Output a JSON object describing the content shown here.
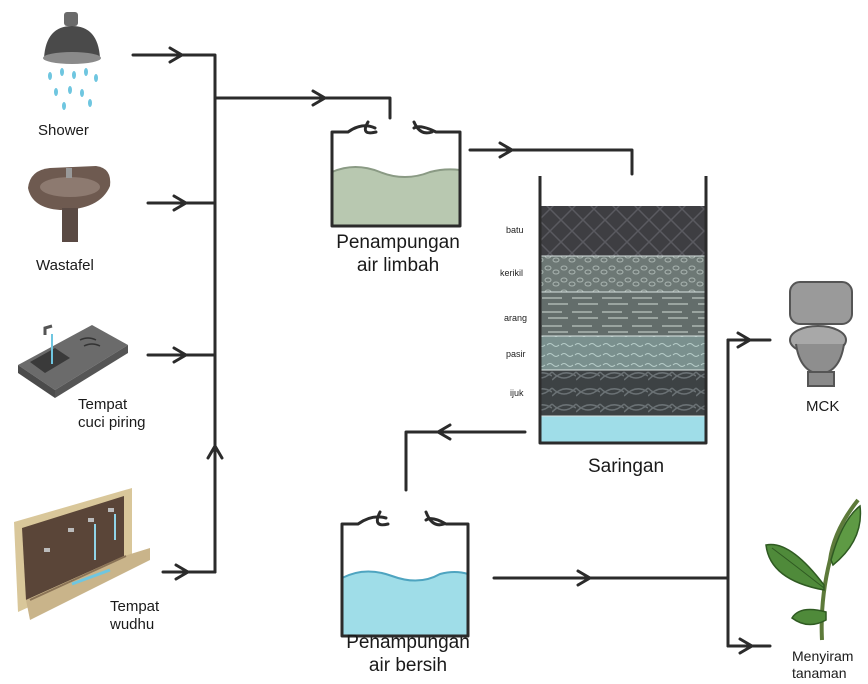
{
  "sources": {
    "shower": "Shower",
    "wastafel": "Wastafel",
    "cuci_line1": "Tempat",
    "cuci_line2": "cuci piring",
    "wudhu_line1": "Tempat",
    "wudhu_line2": "wudhu"
  },
  "tanks": {
    "limbah_line1": "Penampungan",
    "limbah_line2": "air limbah",
    "bersih_line1": "Penampungan",
    "bersih_line2": "air bersih"
  },
  "filter": {
    "title": "Saringan",
    "layers": [
      "batu",
      "kerikil",
      "arang",
      "pasir",
      "ijuk"
    ]
  },
  "outputs": {
    "mck": "MCK",
    "plants_line1": "Menyiram",
    "plants_line2": "tanaman"
  },
  "colors": {
    "line": "#2b2b2b",
    "waste_water": "#b8c8b0",
    "clean_water": "#9fdde8",
    "stone": "#3e3e42",
    "leaf": "#4f8a3a"
  }
}
